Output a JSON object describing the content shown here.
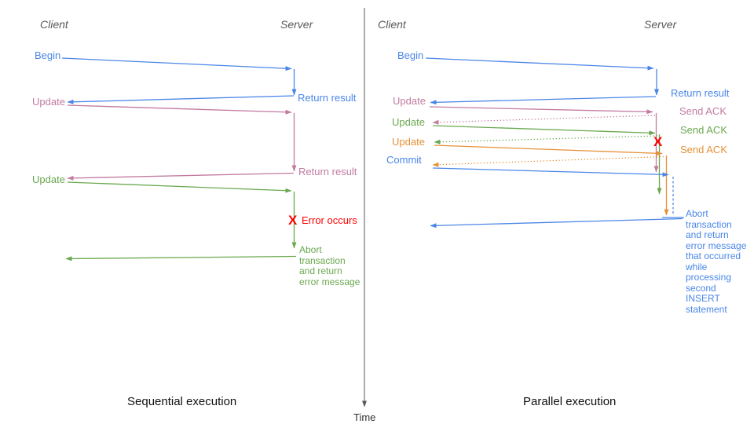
{
  "palette": {
    "blue": "#4a86e8",
    "pink": "#c27ba0",
    "green": "#6aa84f",
    "orange": "#e69138",
    "red": "#ff0000",
    "gray": "#595959",
    "black": "#111111"
  },
  "time_axis": {
    "label": "Time"
  },
  "left_panel": {
    "title": "Sequential execution",
    "client_header": "Client",
    "server_header": "Server",
    "labels": {
      "begin": "Begin",
      "return_result_1": "Return result",
      "update_1": "Update",
      "return_result_2": "Return result",
      "update_2": "Update",
      "error_x": "X",
      "error_occurs": "Error occurs",
      "abort": "Abort\ntransaction\nand return\nerror message"
    }
  },
  "right_panel": {
    "title": "Parallel execution",
    "client_header": "Client",
    "server_header": "Server",
    "labels": {
      "begin": "Begin",
      "return_result": "Return result",
      "update_1": "Update",
      "send_ack_1": "Send ACK",
      "update_2": "Update",
      "send_ack_2": "Send ACK",
      "update_3": "Update",
      "send_ack_3": "Send ACK",
      "commit": "Commit",
      "error_x": "X",
      "abort": "Abort\ntransaction\nand return\nerror message\nthat occurred\nwhile\nprocessing\nsecond\nINSERT\nstatement"
    }
  }
}
